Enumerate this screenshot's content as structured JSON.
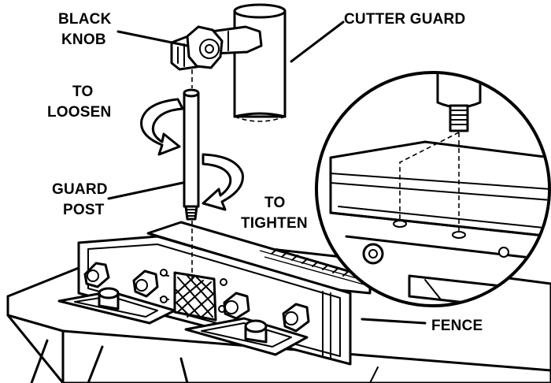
{
  "labels": {
    "black_knob": [
      "BLACK",
      "KNOB"
    ],
    "cutter_guard": "CUTTER GUARD",
    "to_loosen": [
      "TO",
      "LOOSEN"
    ],
    "guard_post": [
      "GUARD",
      "POST"
    ],
    "to_tighten": [
      "TO",
      "TIGHTEN"
    ],
    "fence": "FENCE"
  },
  "style": {
    "ink": "#000000",
    "paper": "#ffffff"
  }
}
